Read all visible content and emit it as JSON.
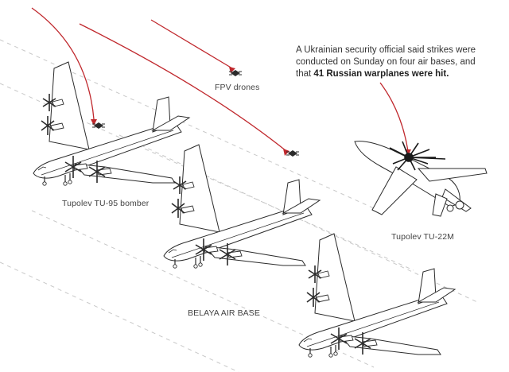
{
  "annotation": {
    "text_before": "A Ukrainian security official said strikes were conducted on Sunday on four air bases, and that ",
    "text_bold": "41 Russian warplanes were hit."
  },
  "labels": {
    "fpv": "FPV drones",
    "tu95": "Tupolev TU-95 bomber",
    "tu22": "Tupolev TU-22M",
    "base": "BELAYA AIR BASE"
  },
  "colors": {
    "strike": "#c0282d",
    "aircraft": "#ffffff",
    "outline": "#2b2b2b",
    "runway": "#c8c8c8",
    "damage": "#1a1a1a"
  },
  "icons": {
    "drone": "fpv-drone-icon",
    "bomber": "tu95-bomber-icon",
    "tu22": "tu22m-aircraft-icon",
    "explosion": "explosion-icon"
  }
}
